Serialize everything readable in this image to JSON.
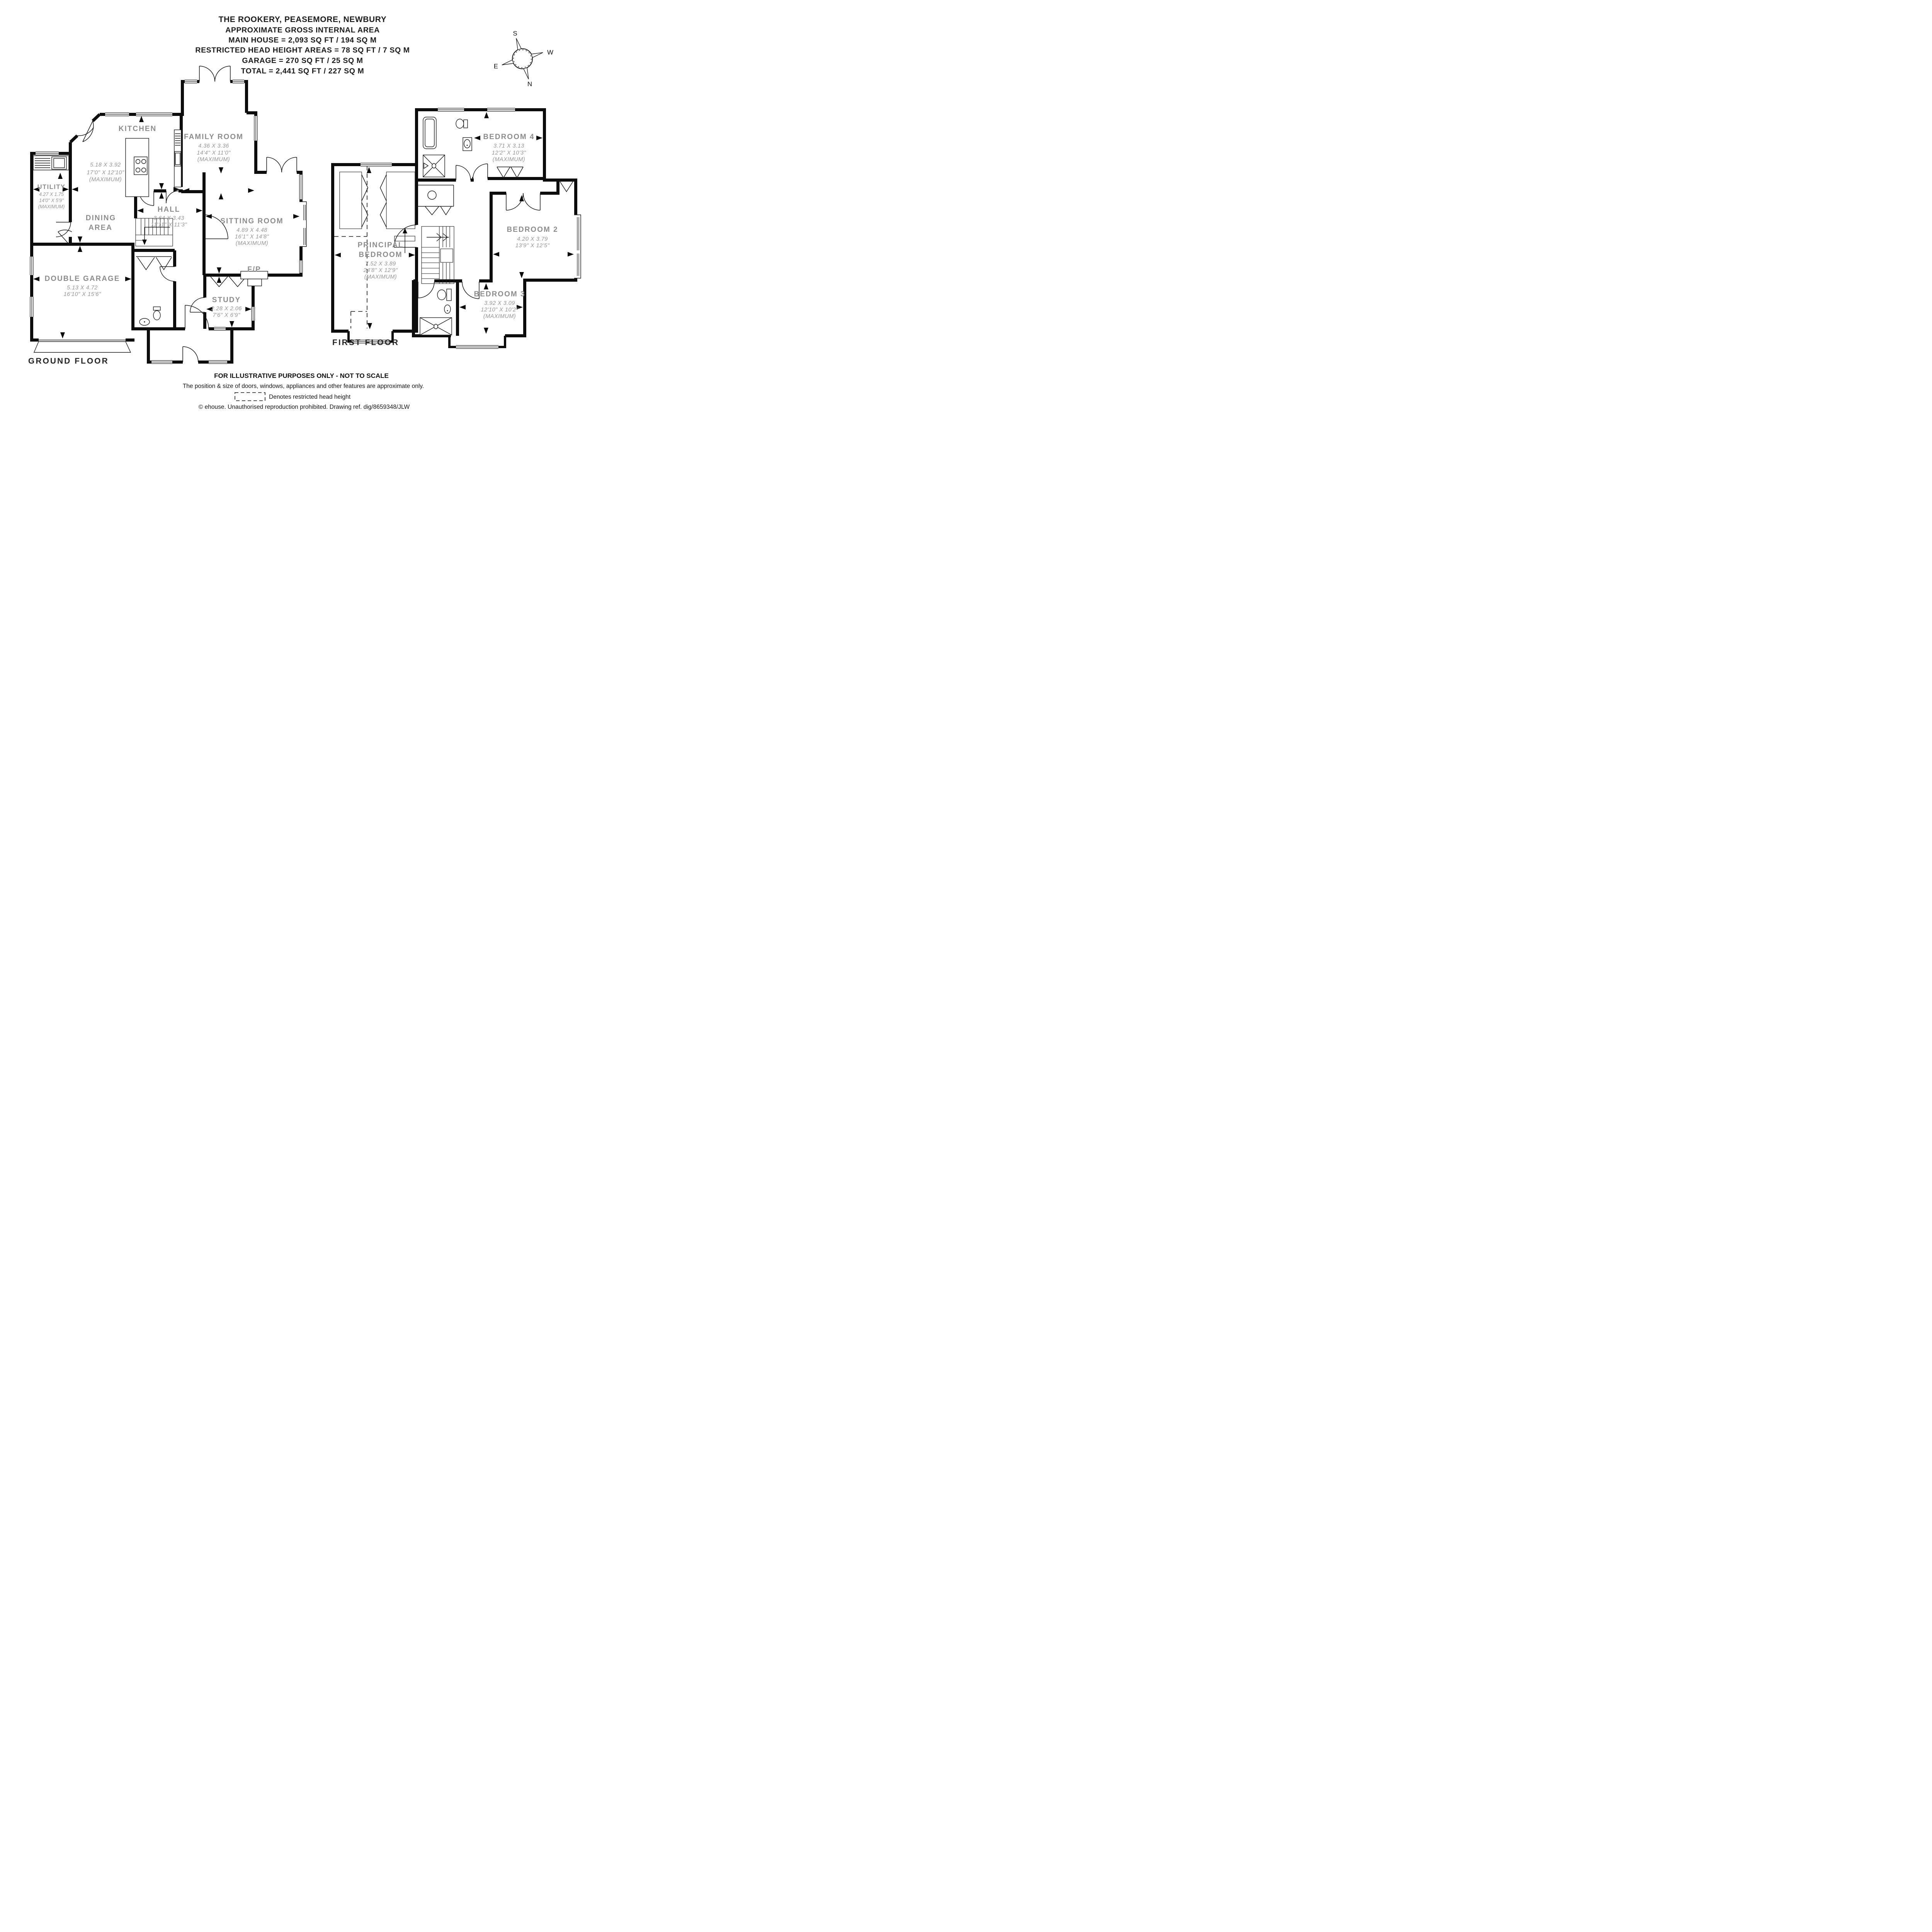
{
  "header": {
    "line1": "THE ROOKERY, PEASEMORE, NEWBURY",
    "line2": "APPROXIMATE GROSS INTERNAL AREA",
    "line3": "MAIN HOUSE = 2,093 SQ FT / 194 SQ M",
    "line4": "RESTRICTED HEAD HEIGHT AREAS = 78 SQ FT / 7 SQ M",
    "line5": "GARAGE = 270 SQ FT / 25 SQ M",
    "line6": "TOTAL = 2,441 SQ FT / 227 SQ M"
  },
  "compass": {
    "n": "N",
    "s": "S",
    "e": "E",
    "w": "W"
  },
  "ground": {
    "label": "GROUND FLOOR",
    "kitchen": {
      "name": "KITCHEN",
      "m": "5.18 X 3.92",
      "i": "17'0\" X 12'10\"",
      "max": "(MAXIMUM)"
    },
    "family": {
      "name": "FAMILY ROOM",
      "m": "4.36 X 3.36",
      "i": "14'4\" X 11'0\"",
      "max": "(MAXIMUM)"
    },
    "utility": {
      "name": "UTILITY",
      "m": "4.27 X 1.75",
      "i": "14'0\" X 5'9\"",
      "max": "(MAXIMUM)"
    },
    "dining": {
      "line1": "DINING",
      "line2": "AREA"
    },
    "hall": {
      "name": "HALL",
      "m": "3.64 X 3.43",
      "i": "11'11\" X 11'3\""
    },
    "sitting": {
      "name": "SITTING ROOM",
      "m": "4.89 X 4.48",
      "i": "16'1\" X 14'8\"",
      "max": "(MAXIMUM)"
    },
    "garage": {
      "name": "DOUBLE GARAGE",
      "m": "5.13 X 4.72",
      "i": "16'10\" X 15'6\""
    },
    "fp": "F/P",
    "study": {
      "name": "STUDY",
      "m": "2.28 X 2.06",
      "i": "7'6\" X 6'9\""
    }
  },
  "first": {
    "label": "FIRST FLOOR",
    "principal": {
      "line1": "PRINCIPAL",
      "line2": "BEDROOM",
      "m": "7.52 X 3.89",
      "i": "24'8\" X 12'9\"",
      "max": "(MAXIMUM)"
    },
    "bed2": {
      "name": "BEDROOM 2",
      "m": "4.20 X 3.79",
      "i": "13'9\" X 12'5\""
    },
    "bed3": {
      "name": "BEDROOM 3",
      "m": "3.92 X 3.09",
      "i": "12'10\" X 10'2\"",
      "max": "(MAXIMUM)"
    },
    "bed4": {
      "name": "BEDROOM 4",
      "m": "3.71 X 3.13",
      "i": "12'2\" X 10'3\"",
      "max": "(MAXIMUM)"
    }
  },
  "footer": {
    "line1": "FOR ILLUSTRATIVE PURPOSES ONLY - NOT TO SCALE",
    "line2": "The position & size of doors, windows, appliances and other features are approximate only.",
    "line3": "Denotes restricted head height",
    "line4": "© ehouse. Unauthorised reproduction prohibited. Drawing ref. dig/8659348/JLW"
  },
  "colors": {
    "wall": "#0d0d0d",
    "room_label": "#8d8d8d",
    "text": "#1c1c1c"
  }
}
